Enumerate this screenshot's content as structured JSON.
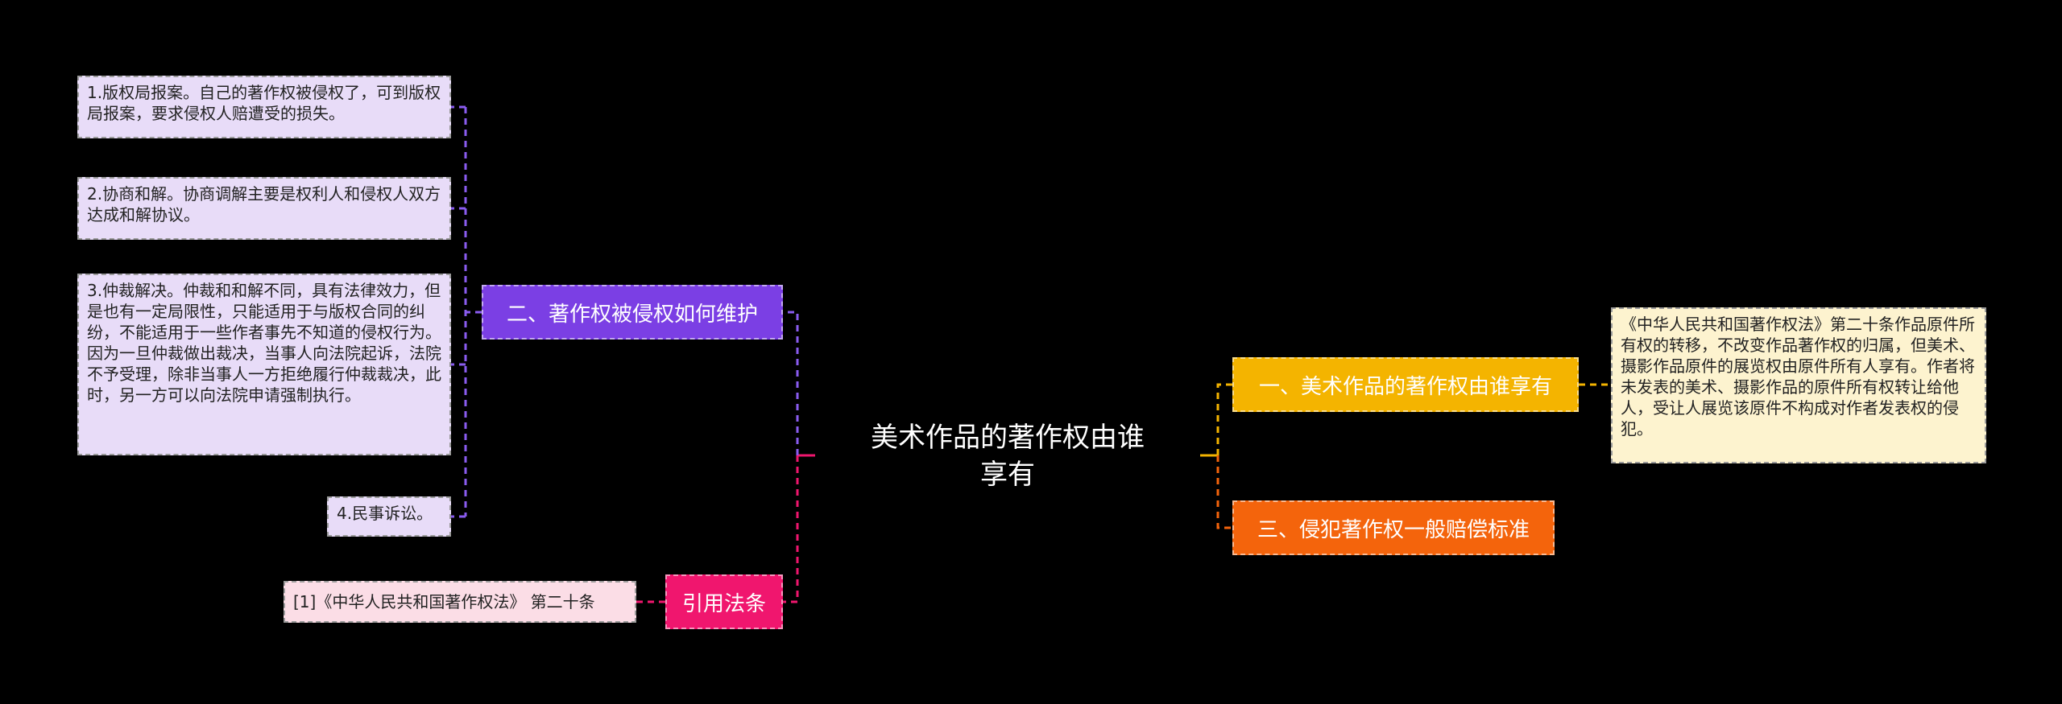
{
  "center": {
    "label": "美术作品的著作权由谁享有",
    "color": "#2ec4f4"
  },
  "branches": {
    "left_top": {
      "label": "二、著作权被侵权如何维护",
      "color": "#7b3fe4",
      "items": [
        "1.版权局报案。自己的著作权被侵权了，可到版权局报案，要求侵权人赔遭受的损失。",
        "2.协商和解。协商调解主要是权利人和侵权人双方达成和解协议。",
        "3.仲裁解决。仲裁和和解不同，具有法律效力，但是也有一定局限性，只能适用于与版权合同的纠纷，不能适用于一些作者事先不知道的侵权行为。因为一旦仲裁做出裁决，当事人向法院起诉，法院不予受理，除非当事人一方拒绝履行仲裁裁决，此时，另一方可以向法院申请强制执行。",
        "4.民事诉讼。"
      ],
      "leaf_color": "#e8dcf8",
      "connector_color": "#8a5cf0"
    },
    "left_bottom": {
      "label": "引用法条",
      "color": "#f0166e",
      "items": [
        "[1]《中华人民共和国著作权法》 第二十条"
      ],
      "leaf_color": "#fbdde6",
      "connector_color": "#f0166e"
    },
    "right_top": {
      "label": "一、美术作品的著作权由谁享有",
      "color": "#f4b400",
      "items": [
        "《中华人民共和国著作权法》第二十条作品原件所有权的转移，不改变作品著作权的归属，但美术、摄影作品原件的展览权由原件所有人享有。作者将未发表的美术、摄影作品的原件所有权转让给他人，受让人展览该原件不构成对作者发表权的侵犯。"
      ],
      "leaf_color": "#fdf3cf",
      "connector_color": "#f4b400"
    },
    "right_bottom": {
      "label": "三、侵犯著作权一般赔偿标准",
      "color": "#f4640c",
      "items": [],
      "connector_color": "#f4640c"
    }
  }
}
